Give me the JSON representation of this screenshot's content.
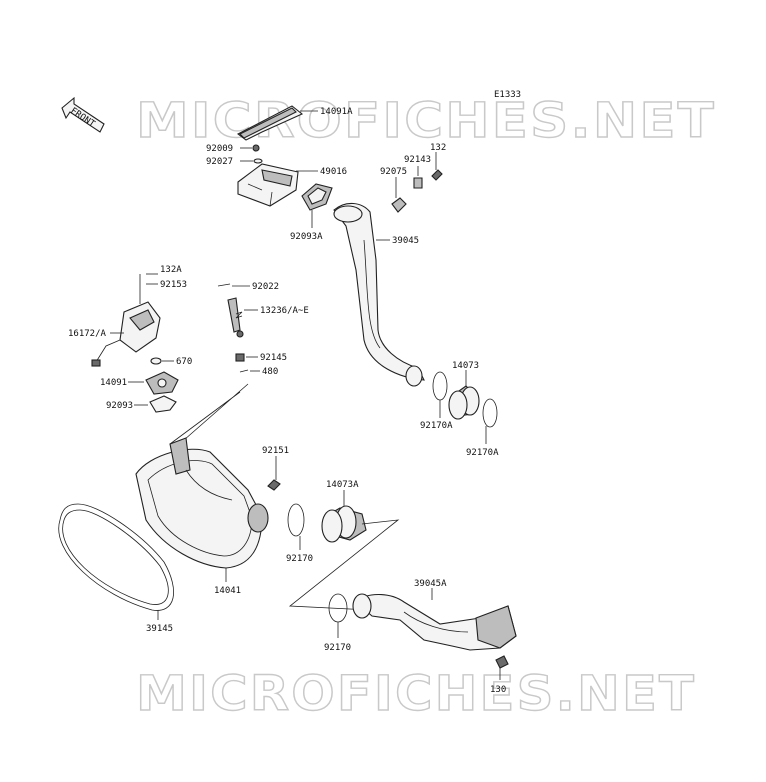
{
  "watermark": "MICROFICHES.NET",
  "diagram_code": "E1333",
  "front_label": "FRONT",
  "labels": {
    "p14091A": "14091A",
    "p92009": "92009",
    "p92027": "92027",
    "p49016": "49016",
    "p92093A": "92093A",
    "p92143": "92143",
    "p132": "132",
    "p92075": "92075",
    "p39045": "39045",
    "p132A": "132A",
    "p92153": "92153",
    "p92022": "92022",
    "p13236": "13236/A~E",
    "p16172": "16172/A",
    "p670": "670",
    "p92145": "92145",
    "p14091": "14091",
    "p480": "480",
    "p92093": "92093",
    "p14073": "14073",
    "p92170A_1": "92170A",
    "p92170A_2": "92170A",
    "p92151": "92151",
    "p14073A": "14073A",
    "p92170_1": "92170",
    "p14041": "14041",
    "p39145": "39145",
    "p39045A": "39045A",
    "p92170_2": "92170",
    "p130": "130"
  }
}
